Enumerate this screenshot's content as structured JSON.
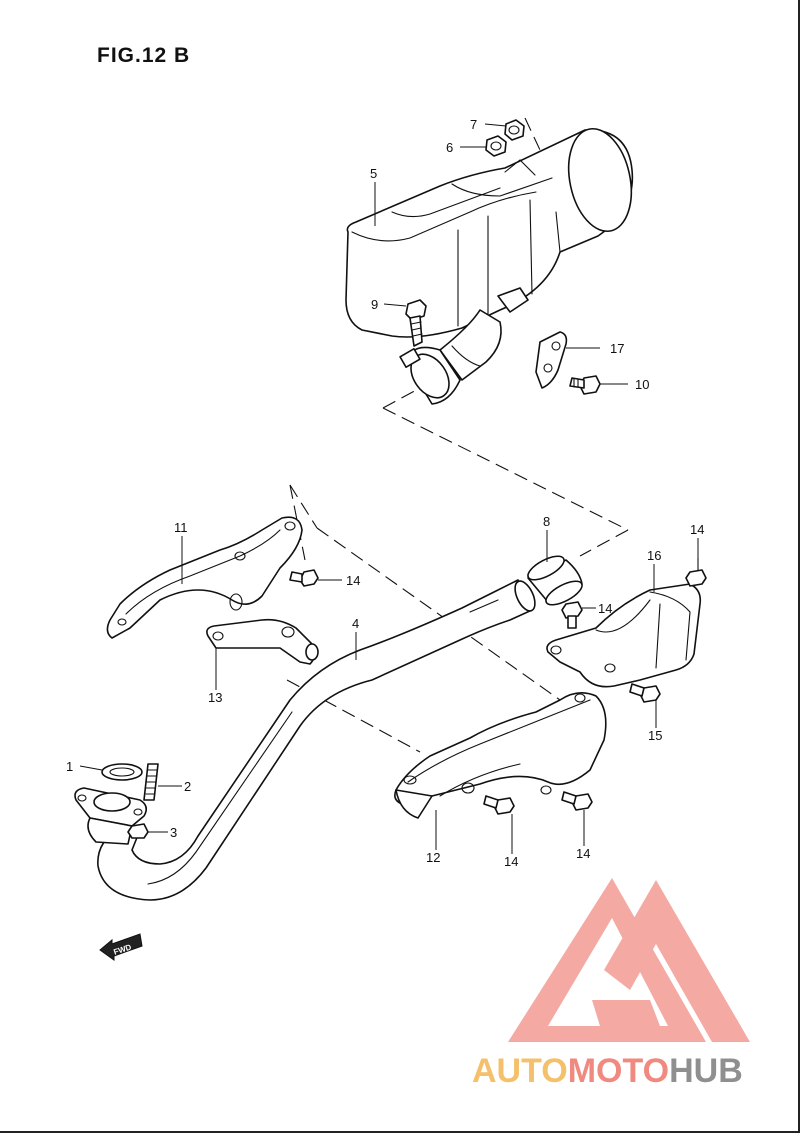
{
  "figure": {
    "title": "FIG.12 B"
  },
  "callouts": [
    {
      "id": "1",
      "label": "1"
    },
    {
      "id": "2",
      "label": "2"
    },
    {
      "id": "3",
      "label": "3"
    },
    {
      "id": "4",
      "label": "4"
    },
    {
      "id": "5",
      "label": "5"
    },
    {
      "id": "6",
      "label": "6"
    },
    {
      "id": "7",
      "label": "7"
    },
    {
      "id": "8",
      "label": "8"
    },
    {
      "id": "9",
      "label": "9"
    },
    {
      "id": "10",
      "label": "10"
    },
    {
      "id": "11",
      "label": "11"
    },
    {
      "id": "12",
      "label": "12"
    },
    {
      "id": "13",
      "label": "13"
    },
    {
      "id": "14a",
      "label": "14"
    },
    {
      "id": "14b",
      "label": "14"
    },
    {
      "id": "14c",
      "label": "14"
    },
    {
      "id": "14d",
      "label": "14"
    },
    {
      "id": "14e",
      "label": "14"
    },
    {
      "id": "15",
      "label": "15"
    },
    {
      "id": "16",
      "label": "16"
    },
    {
      "id": "17",
      "label": "17"
    }
  ],
  "fwd_arrow": {
    "label": "FWD"
  },
  "watermark": {
    "part_a": "AUTO",
    "part_b": "MOTO",
    "part_c": "HUB",
    "colors": {
      "a": "#f5c06b",
      "b": "#f08a80",
      "c": "#8f8f8f",
      "mark": "#f08a80"
    }
  }
}
